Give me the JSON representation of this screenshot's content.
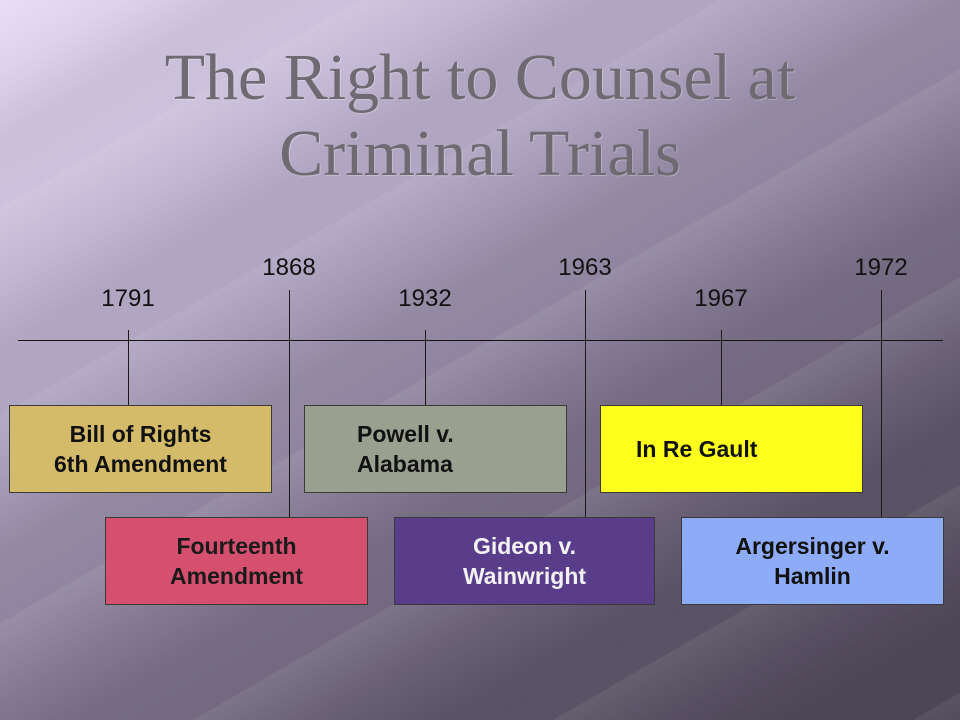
{
  "slide": {
    "title_line1": "The Right to Counsel at",
    "title_line2": "Criminal Trials"
  },
  "events": [
    {
      "year": "1791",
      "line1": "Bill of Rights",
      "line2": "6th Amendment",
      "color": "#d4bb6a"
    },
    {
      "year": "1868",
      "line1": "Fourteenth",
      "line2": "Amendment",
      "color": "#d5506e"
    },
    {
      "year": "1932",
      "line1": "Powell v.",
      "line2": "Alabama",
      "color": "#9aa08f"
    },
    {
      "year": "1963",
      "line1": "Gideon v.",
      "line2": "Wainwright",
      "color": "#5a3d8a"
    },
    {
      "year": "1967",
      "line1": "In Re Gault",
      "line2": "",
      "color": "#ffff1e"
    },
    {
      "year": "1972",
      "line1": "Argersinger v.",
      "line2": "Hamlin",
      "color": "#8eabf7"
    }
  ]
}
